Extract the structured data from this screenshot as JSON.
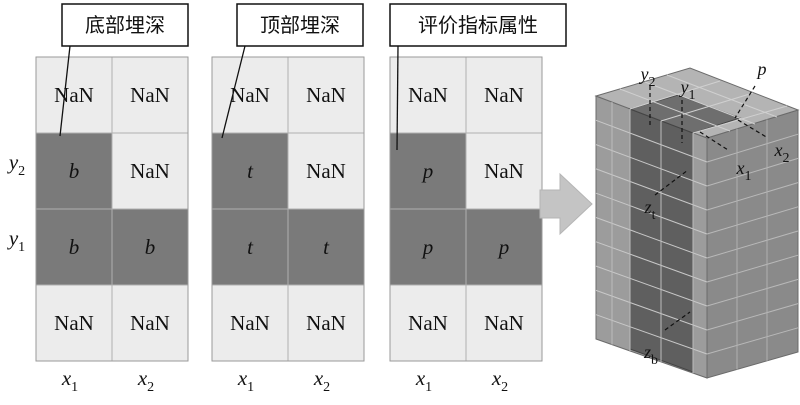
{
  "panels": [
    {
      "title": "底部埋深",
      "grid": [
        [
          "NaN",
          "NaN"
        ],
        [
          "b",
          "NaN"
        ],
        [
          "b",
          "b"
        ],
        [
          "NaN",
          "NaN"
        ]
      ],
      "filled": [
        [
          false,
          false
        ],
        [
          true,
          false
        ],
        [
          true,
          true
        ],
        [
          false,
          false
        ]
      ]
    },
    {
      "title": "顶部埋深",
      "grid": [
        [
          "NaN",
          "NaN"
        ],
        [
          "t",
          "NaN"
        ],
        [
          "t",
          "t"
        ],
        [
          "NaN",
          "NaN"
        ]
      ],
      "filled": [
        [
          false,
          false
        ],
        [
          true,
          false
        ],
        [
          true,
          true
        ],
        [
          false,
          false
        ]
      ]
    },
    {
      "title": "评价指标属性",
      "grid": [
        [
          "NaN",
          "NaN"
        ],
        [
          "p",
          "NaN"
        ],
        [
          "p",
          "p"
        ],
        [
          "NaN",
          "NaN"
        ]
      ],
      "filled": [
        [
          false,
          false
        ],
        [
          true,
          false
        ],
        [
          true,
          true
        ],
        [
          false,
          false
        ]
      ]
    }
  ],
  "row_labels": [
    {
      "base": "y",
      "sub": "2"
    },
    {
      "base": "y",
      "sub": "1"
    }
  ],
  "col_labels": [
    {
      "base": "x",
      "sub": "1"
    },
    {
      "base": "x",
      "sub": "2"
    }
  ],
  "cube_labels": {
    "y2": {
      "base": "y",
      "sub": "2"
    },
    "y1": {
      "base": "y",
      "sub": "1"
    },
    "p": {
      "base": "p",
      "sub": ""
    },
    "x1": {
      "base": "x",
      "sub": "1"
    },
    "x2": {
      "base": "x",
      "sub": "2"
    },
    "zt": {
      "base": "z",
      "sub": "t"
    },
    "zb": {
      "base": "z",
      "sub": "b"
    }
  },
  "colors": {
    "cell_empty": "#ececec",
    "cell_filled": "#7a7a7a",
    "grid_line": "#b0b0b0",
    "arrow": "#c4c4c4",
    "cube_front": "#9c9c9c",
    "cube_right": "#8a8a8a",
    "cube_top": "#b4b4b4",
    "cube_dark_front": "#5f5f5f",
    "cube_dark_top": "#6e6e6e"
  }
}
